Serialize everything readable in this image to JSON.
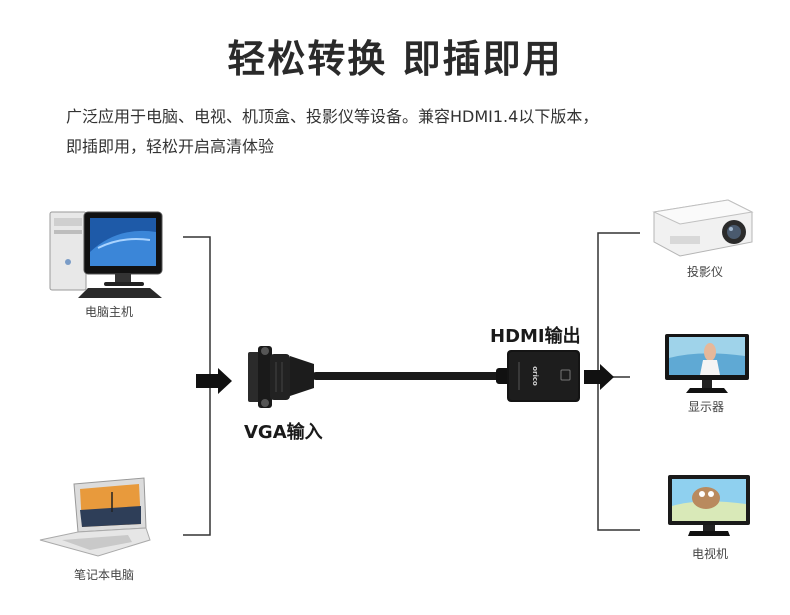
{
  "title": "轻松转换 即插即用",
  "description": {
    "line1": "广泛应用于电脑、电视、机顶盒、投影仪等设备。兼容HDMI1.4以下版本，",
    "line2": "即插即用，轻松开启高清体验"
  },
  "inputs": {
    "desktop_label": "电脑主机",
    "laptop_label": "笔记本电脑"
  },
  "outputs": {
    "projector_label": "投影仪",
    "monitor_label": "显示器",
    "tv_label": "电视机"
  },
  "ports": {
    "vga_label": "VGA输入",
    "hdmi_label": "HDMI输出"
  },
  "adapter": {
    "brand": "orico"
  }
}
